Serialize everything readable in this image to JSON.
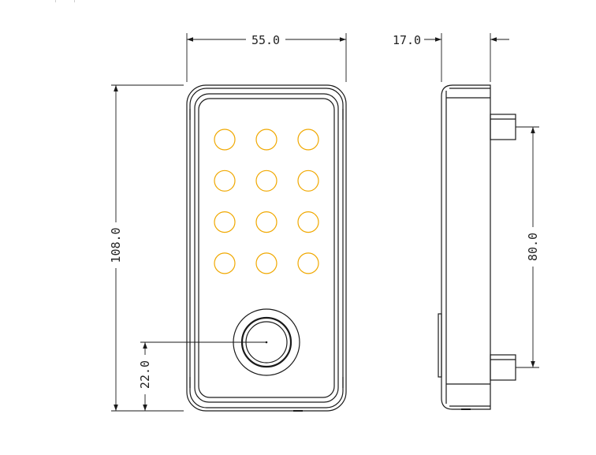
{
  "dimensions": {
    "width": "55.0",
    "height": "108.0",
    "depth": "17.0",
    "mount_spacing": "80.0",
    "button_offset": "22.0"
  },
  "keypad": {
    "rows": 4,
    "cols": 3,
    "key_color": "#F0A800"
  },
  "colors": {
    "outline": "#1a1a1a",
    "dimension_line": "#1a1a1a"
  }
}
